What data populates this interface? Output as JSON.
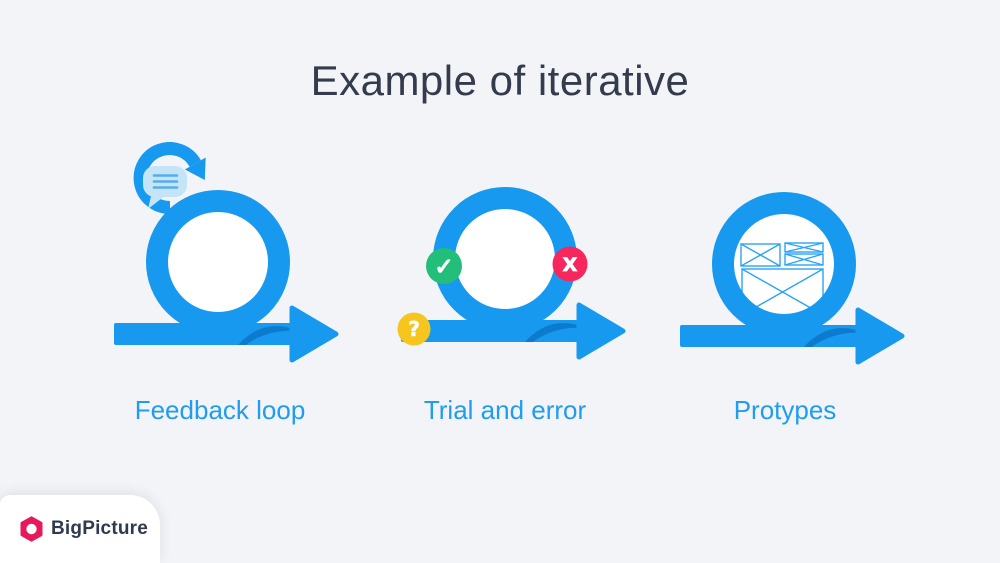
{
  "title": "Example of iterative",
  "illustrations": [
    {
      "label": "Feedback loop",
      "icons": [
        "sprint-loop-icon",
        "circular-arrow-icon",
        "speech-bubble-icon",
        "forward-arrow-icon"
      ]
    },
    {
      "label": "Trial and error",
      "icons": [
        "sprint-loop-icon",
        "forward-arrow-icon",
        "check-badge",
        "x-badge",
        "question-badge"
      ],
      "badges": {
        "check": "✓",
        "x": "X",
        "question": "?"
      }
    },
    {
      "label": "Protypes",
      "icons": [
        "sprint-loop-icon",
        "forward-arrow-icon",
        "wireframe-icon"
      ]
    }
  ],
  "logo": {
    "text": "BigPicture"
  },
  "colors": {
    "background": "#F2F4F7",
    "title_text": "#333B4C",
    "accent_blue": "#1799F0",
    "label_blue": "#209CF0",
    "shadow_blue": "#0D7BCD",
    "bubble_fill": "#C4E4F8",
    "bubble_lines": "#57ADE8",
    "badge_green": "#23BE7A",
    "badge_red": "#F6275C",
    "badge_yellow": "#F6C51E",
    "wireframe_blue": "#2AA4F4",
    "logo_pink": "#E61A5B",
    "logo_text": "#2E3A4D"
  }
}
